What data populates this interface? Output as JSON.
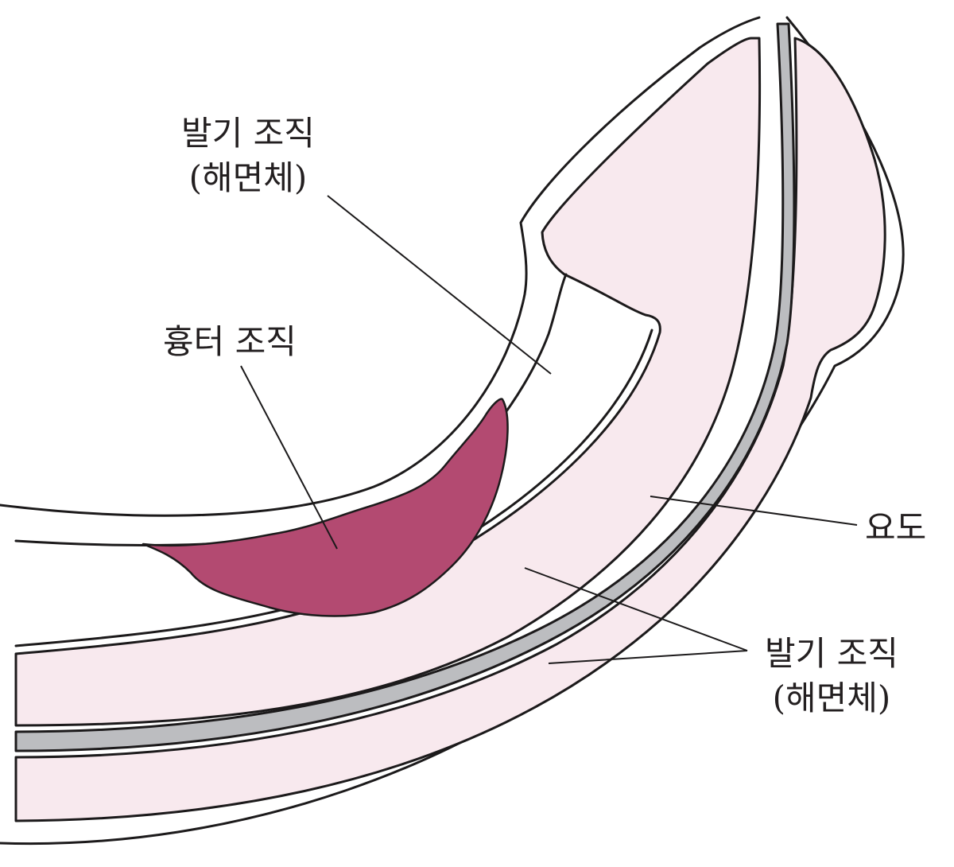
{
  "labels": {
    "erectile_top": {
      "line1": "발기 조직",
      "line2": "(해면체)"
    },
    "scar": {
      "text": "흉터 조직"
    },
    "urethra": {
      "text": "요도"
    },
    "erectile_bottom": {
      "line1": "발기 조직",
      "line2": "(해면체)"
    }
  },
  "colors": {
    "erectile_tissue": "#f8e9ee",
    "scar_tissue": "#b34a71",
    "urethra": "#bcbdc0",
    "outline": "#1c1a1b",
    "background": "#ffffff"
  }
}
